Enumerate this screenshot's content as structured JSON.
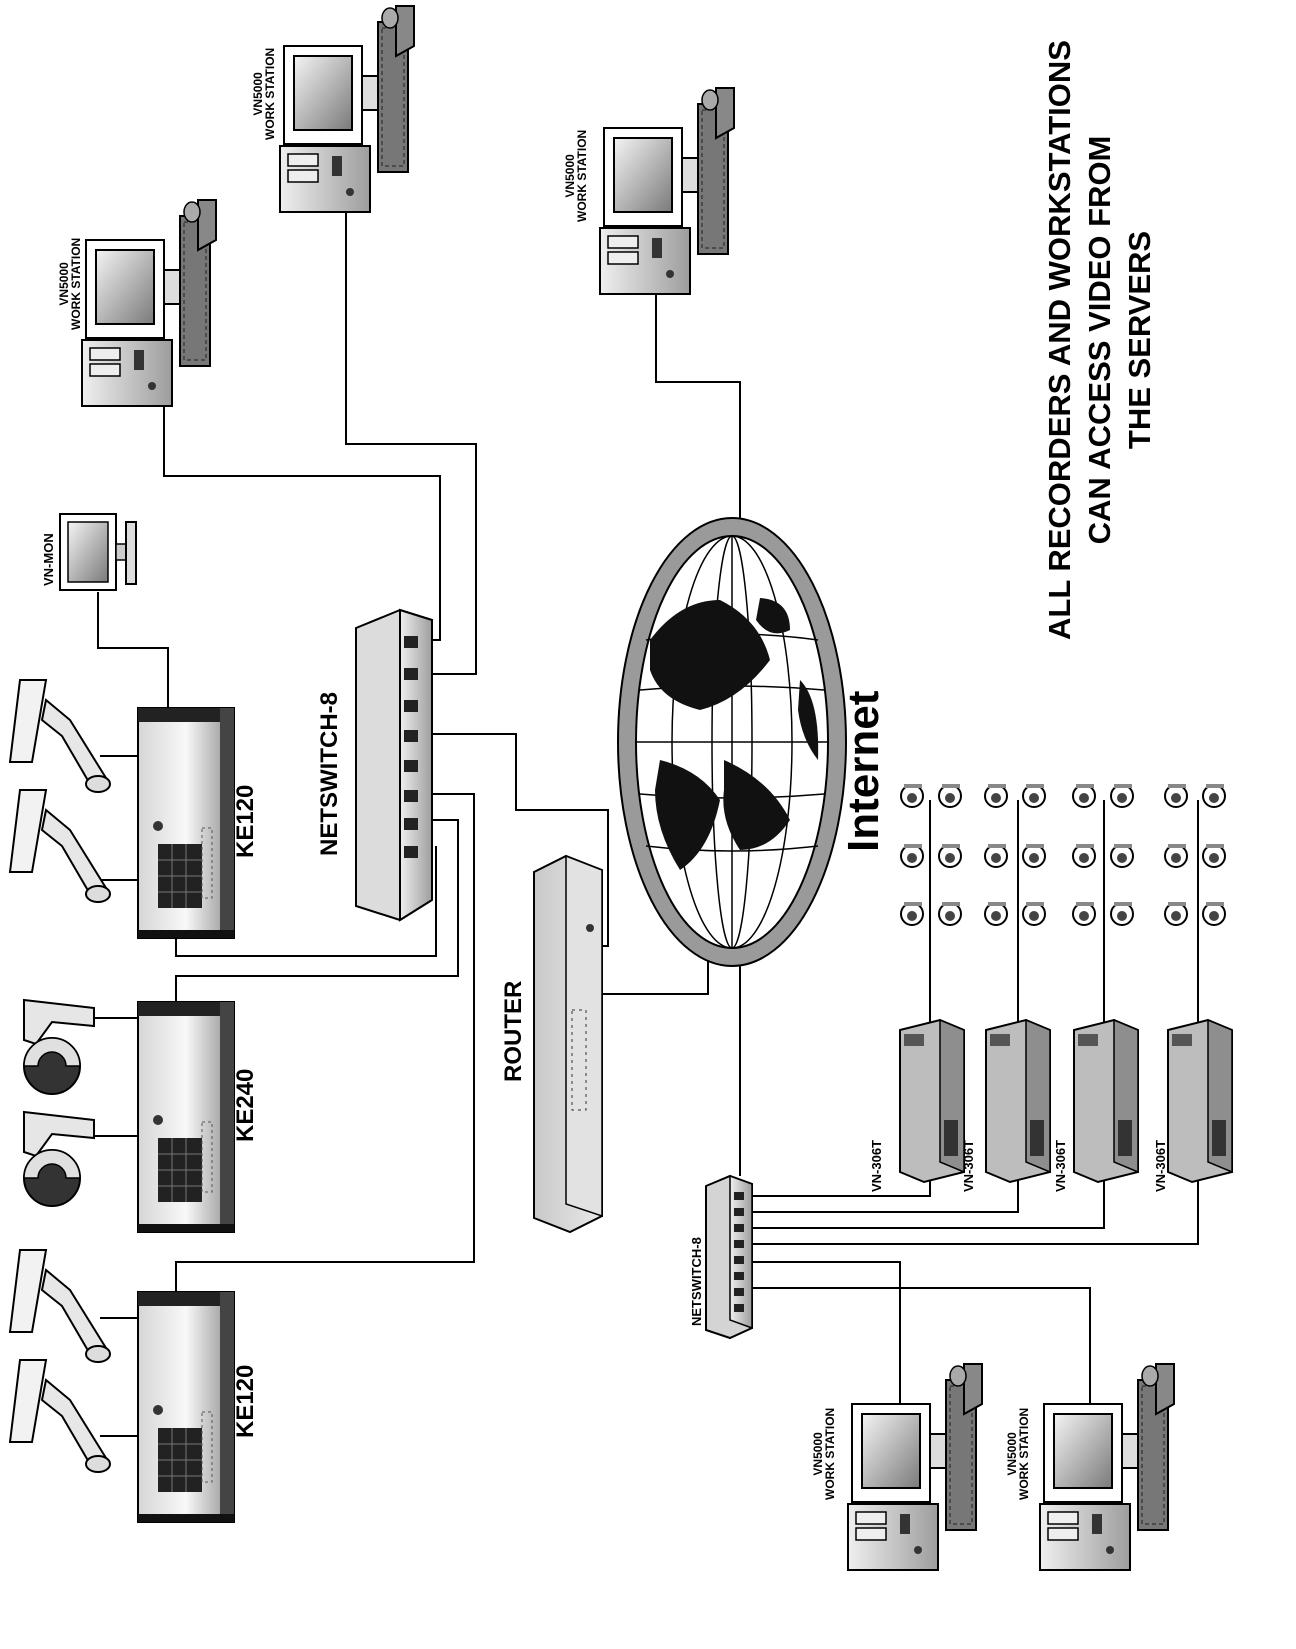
{
  "note": {
    "line1": "ALL RECORDERS AND WORKSTATIONS",
    "line2": "CAN ACCESS VIDEO FROM",
    "line3": "THE SERVERS"
  },
  "labels": {
    "internet": "Internet",
    "router": "ROUTER",
    "netswitch_top": "NETSWITCH-8",
    "netswitch_bottom": "NETSWITCH-8",
    "vn_mon": "VN-MON",
    "ke120_top": "KE120",
    "ke240": "KE240",
    "ke120_bottom": "KE120",
    "vn306t": "VN-306T",
    "ws_line1": "VN5000",
    "ws_line2": "WORK STATION"
  },
  "colors": {
    "ink": "#000000",
    "device_gray": "#b9b9b9",
    "device_dark": "#6a6a6a",
    "globe_ring": "#9a9a9a"
  }
}
